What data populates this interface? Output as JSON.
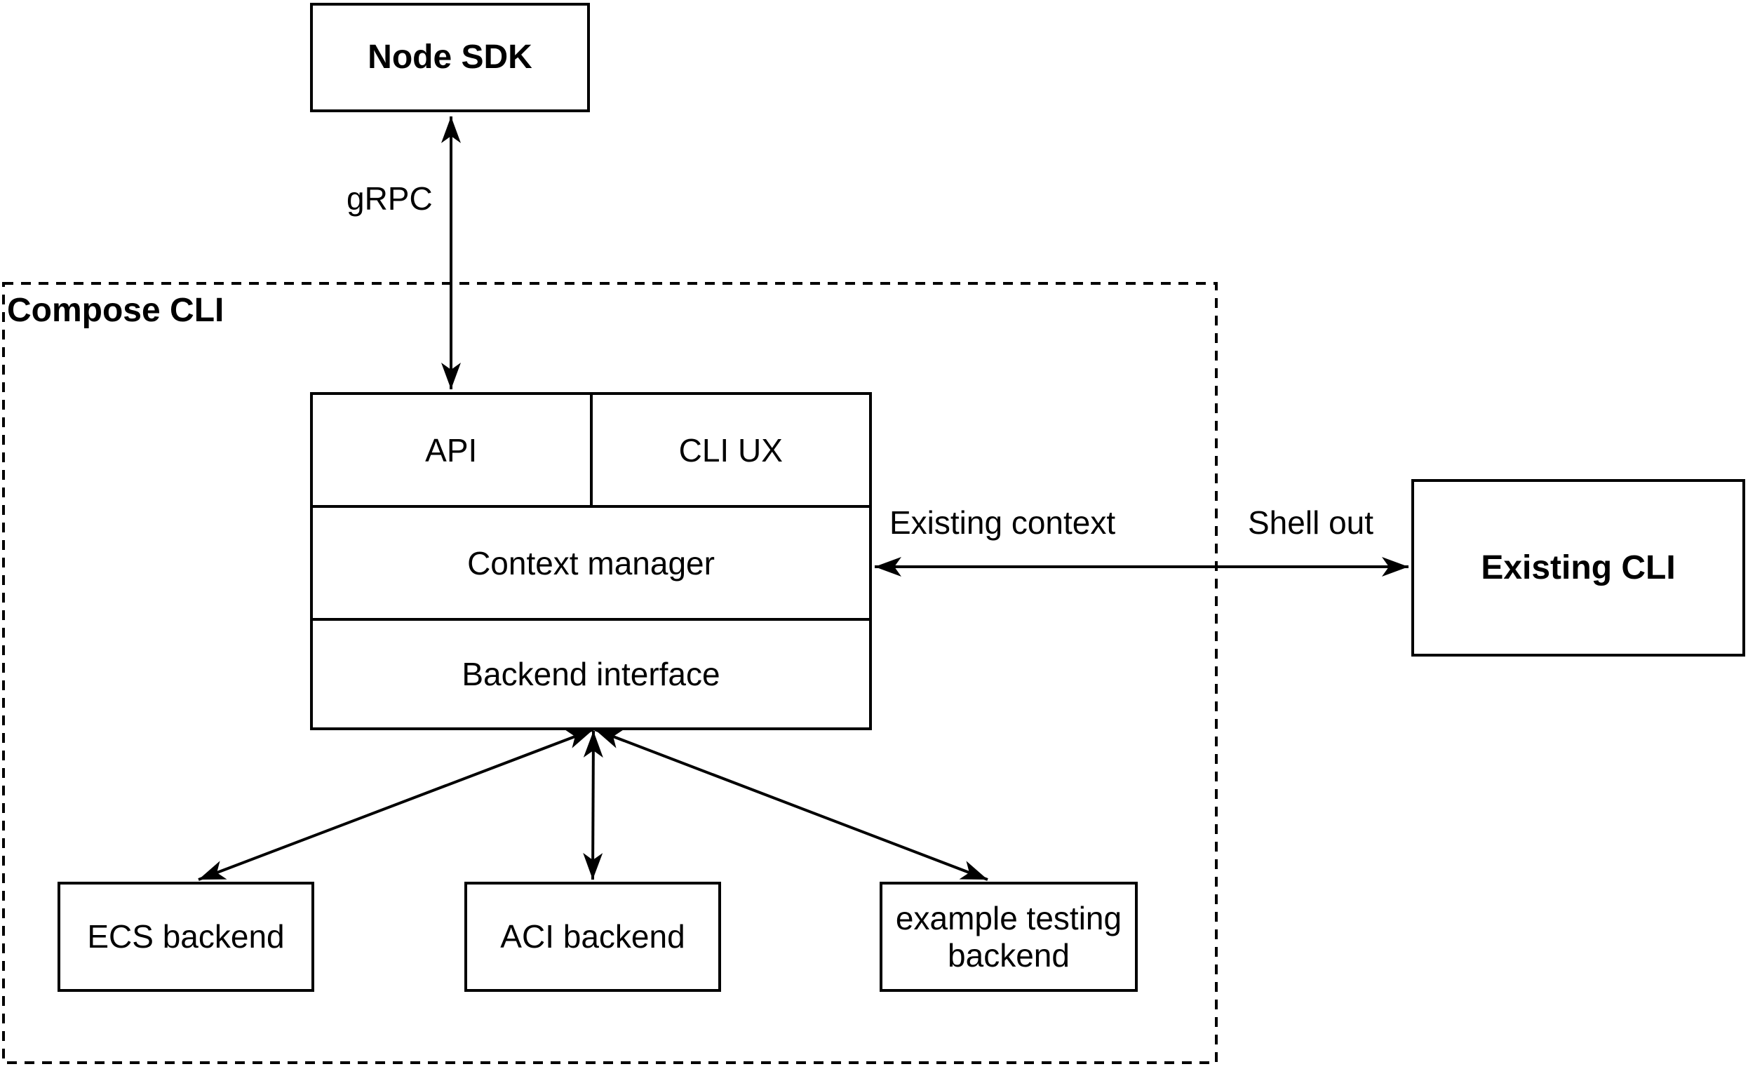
{
  "diagram": {
    "background_color": "#ffffff",
    "line_color": "#000000",
    "container": {
      "label": "Compose CLI"
    },
    "nodes": {
      "node_sdk": {
        "label": "Node SDK"
      },
      "api": {
        "label": "API"
      },
      "cli_ux": {
        "label": "CLI UX"
      },
      "context_manager": {
        "label": "Context manager"
      },
      "backend_interface": {
        "label": "Backend interface"
      },
      "existing_cli": {
        "label": "Existing CLI"
      },
      "ecs_backend": {
        "label": "ECS backend"
      },
      "aci_backend": {
        "label": "ACI backend"
      },
      "example_testing_backend": {
        "label": "example testing backend"
      }
    },
    "edges": {
      "grpc": {
        "label": "gRPC"
      },
      "existing_context": {
        "label": "Existing context"
      },
      "shell_out": {
        "label": "Shell out"
      }
    }
  }
}
